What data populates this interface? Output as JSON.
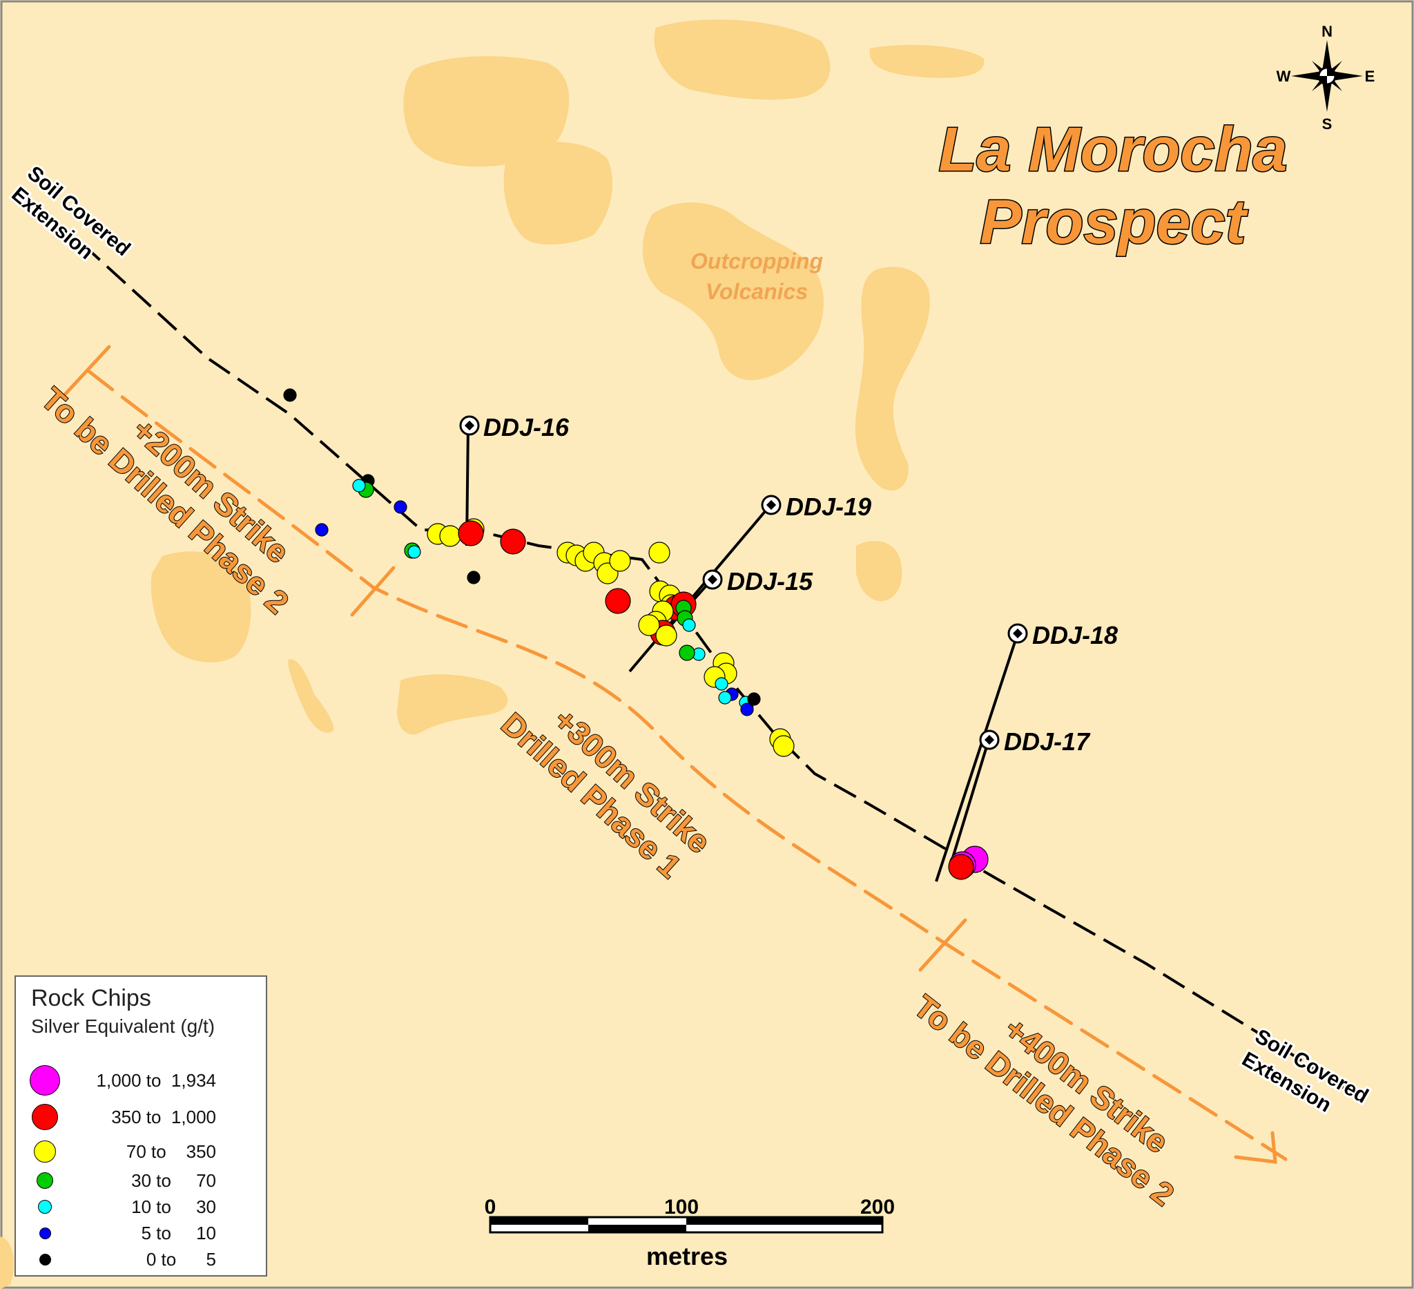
{
  "title": {
    "line1": "La Morocha",
    "line2": "Prospect"
  },
  "outcrop_label": {
    "line1": "Outcropping",
    "line2": "Volcanics"
  },
  "soil_label": {
    "line1": "Soil Covered",
    "line2": "Extension"
  },
  "strikes": {
    "nw": {
      "line1": "+200m Strike",
      "line2": "To be Drilled Phase 2"
    },
    "center": {
      "line1": "+300m Strike",
      "line2": "Drilled Phase 1"
    },
    "se": {
      "line1": "+400m Strike",
      "line2": "To be Drilled Phase 2"
    }
  },
  "drill_holes": [
    "DDJ-16",
    "DDJ-19",
    "DDJ-15",
    "DDJ-18",
    "DDJ-17"
  ],
  "compass": {
    "n": "N",
    "s": "S",
    "e": "E",
    "w": "W"
  },
  "legend": {
    "title": "Rock Chips",
    "subtitle": "Silver Equivalent (g/t)",
    "classes": [
      {
        "from": "1,000",
        "to": "1,934",
        "color": "#ff00ff"
      },
      {
        "from": "350",
        "to": "1,000",
        "color": "#ff0000"
      },
      {
        "from": "70",
        "to": "350",
        "color": "#ffff00"
      },
      {
        "from": "30",
        "to": "70",
        "color": "#00cc00"
      },
      {
        "from": "10",
        "to": "30",
        "color": "#00ffff"
      },
      {
        "from": "5",
        "to": "10",
        "color": "#0000ff"
      },
      {
        "from": "0",
        "to": "5",
        "color": "#000000"
      }
    ],
    "range_word": "to"
  },
  "scale_bar": {
    "ticks": [
      "0",
      "100",
      "200"
    ],
    "unit": "metres"
  },
  "colors": {
    "background": "#fdebbd",
    "outcrop": "#fbd588",
    "strike": "#f7973a"
  }
}
